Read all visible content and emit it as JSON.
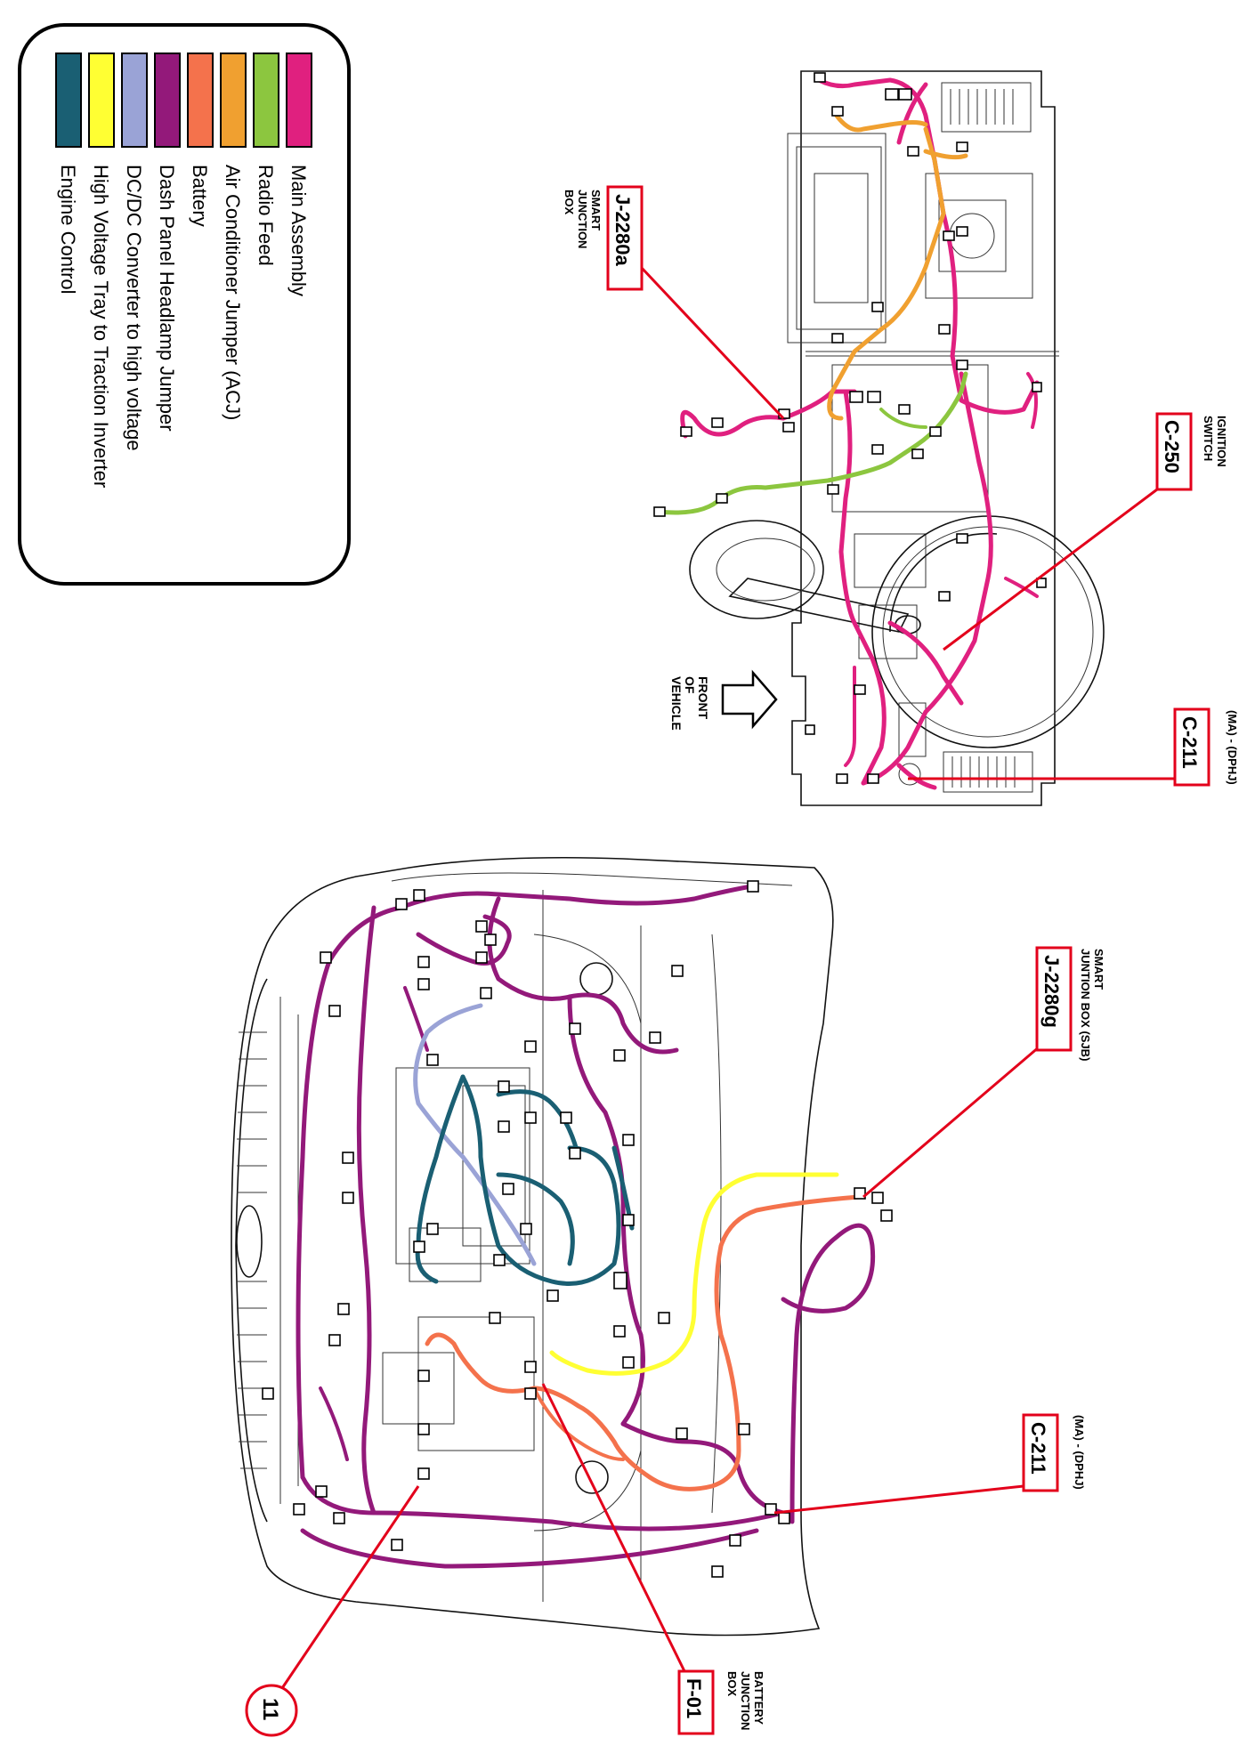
{
  "legend": {
    "items": [
      {
        "label": "Main Assembly",
        "color": "#e0207f"
      },
      {
        "label": "Radio Feed",
        "color": "#8cc63f"
      },
      {
        "label": "Air Conditioner Jumper (ACJ)",
        "color": "#f0a030"
      },
      {
        "label": "Battery",
        "color": "#f4724c"
      },
      {
        "label": "Dash Panel Headlamp Jumper",
        "color": "#93197a"
      },
      {
        "label": "DC/DC Converter to high voltage",
        "color": "#9aa3d6"
      },
      {
        "label": "High Voltage Tray to Traction Inverter",
        "color": "#ffff33"
      },
      {
        "label": "Engine Control",
        "color": "#1a5f73"
      }
    ]
  },
  "dash_view": {
    "front_label_1": "FRONT",
    "front_label_2": "OF",
    "front_label_3": "VEHICLE",
    "callouts": [
      {
        "code": "J-2280a",
        "caption_1": "SMART",
        "caption_2": "JUNCTION",
        "caption_3": "BOX"
      },
      {
        "code": "C-250",
        "caption_1": "IGNITION",
        "caption_2": "SWITCH",
        "caption_3": ""
      },
      {
        "code": "C-211",
        "caption_1": "(MA) - (DPHJ)",
        "caption_2": "",
        "caption_3": ""
      }
    ]
  },
  "engine_view": {
    "callouts": [
      {
        "code": "J-2280g",
        "caption_1": "SMART",
        "caption_2": "JUNTION BOX (SJB)"
      },
      {
        "code": "C-211",
        "caption_1": "(MA) - (DPHJ)",
        "caption_2": ""
      },
      {
        "code": "F-01",
        "caption_1": "BATTERY",
        "caption_2": "JUNCTION",
        "caption_3": "BOX"
      }
    ],
    "circle_label": "11"
  }
}
